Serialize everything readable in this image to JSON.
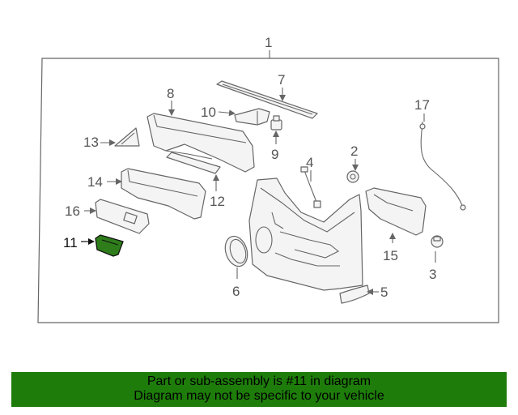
{
  "diagram": {
    "callouts": {
      "c1": "1",
      "c2": "2",
      "c3": "3",
      "c4": "4",
      "c5": "5",
      "c6": "6",
      "c7": "7",
      "c8": "8",
      "c9": "9",
      "c10": "10",
      "c11": "11",
      "c12": "12",
      "c13": "13",
      "c14": "14",
      "c15": "15",
      "c16": "16",
      "c17": "17"
    },
    "highlight_part": "11",
    "highlight_color": "#2e7d1a"
  },
  "footer": {
    "line1": "Part or sub-assembly is #11 in diagram",
    "line2": "Diagram may not be specific to your vehicle",
    "background": "#1e7d0a"
  }
}
